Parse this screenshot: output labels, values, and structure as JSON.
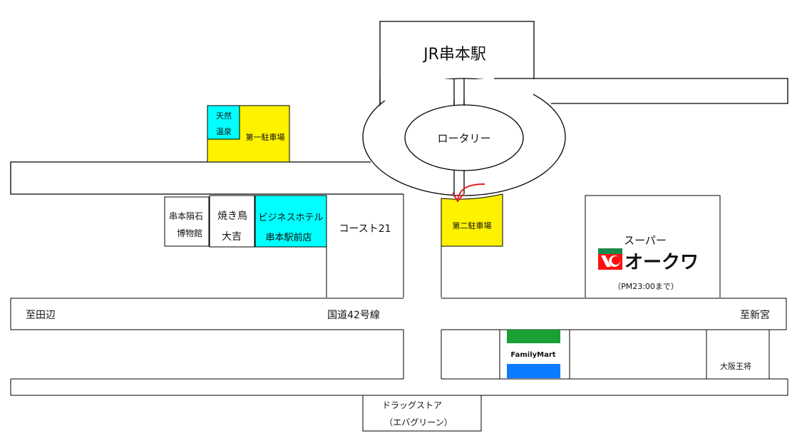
{
  "station": {
    "label": "JR串本駅"
  },
  "rotary": {
    "label": "ロータリー"
  },
  "onsen": {
    "line1": "天然",
    "line2": "温泉"
  },
  "parking1": {
    "label": "第一駐車場"
  },
  "parking2": {
    "label": "第二駐車場"
  },
  "museum": {
    "line1": "串本隕石",
    "line2": "博物館"
  },
  "yakitori": {
    "line1": "焼き鳥",
    "line2": "大吉"
  },
  "hotel": {
    "line1": "ビジネスホテル",
    "line2": "串本駅前店"
  },
  "coast": {
    "label": "コースト21"
  },
  "supermarket": {
    "prefix": "スーパー",
    "name": "オークワ",
    "hours": "（PM23:00まで）"
  },
  "route": {
    "label": "国道42号線",
    "west": "至田辺",
    "east": "至新宮"
  },
  "familymart": {
    "label": "FamilyMart"
  },
  "osaka_ousho": {
    "label": "大阪王将"
  },
  "drugstore": {
    "line1": "ドラッグストア",
    "line2": "（エバグリーン）"
  },
  "colors": {
    "parking": "#fff200",
    "cyan": "#00ffff",
    "okuwa_red": "#ff1010",
    "okuwa_green": "#1a8a4a",
    "fm_green": "#1aa035",
    "fm_blue": "#0a7bff",
    "arrow": "#e02020"
  }
}
